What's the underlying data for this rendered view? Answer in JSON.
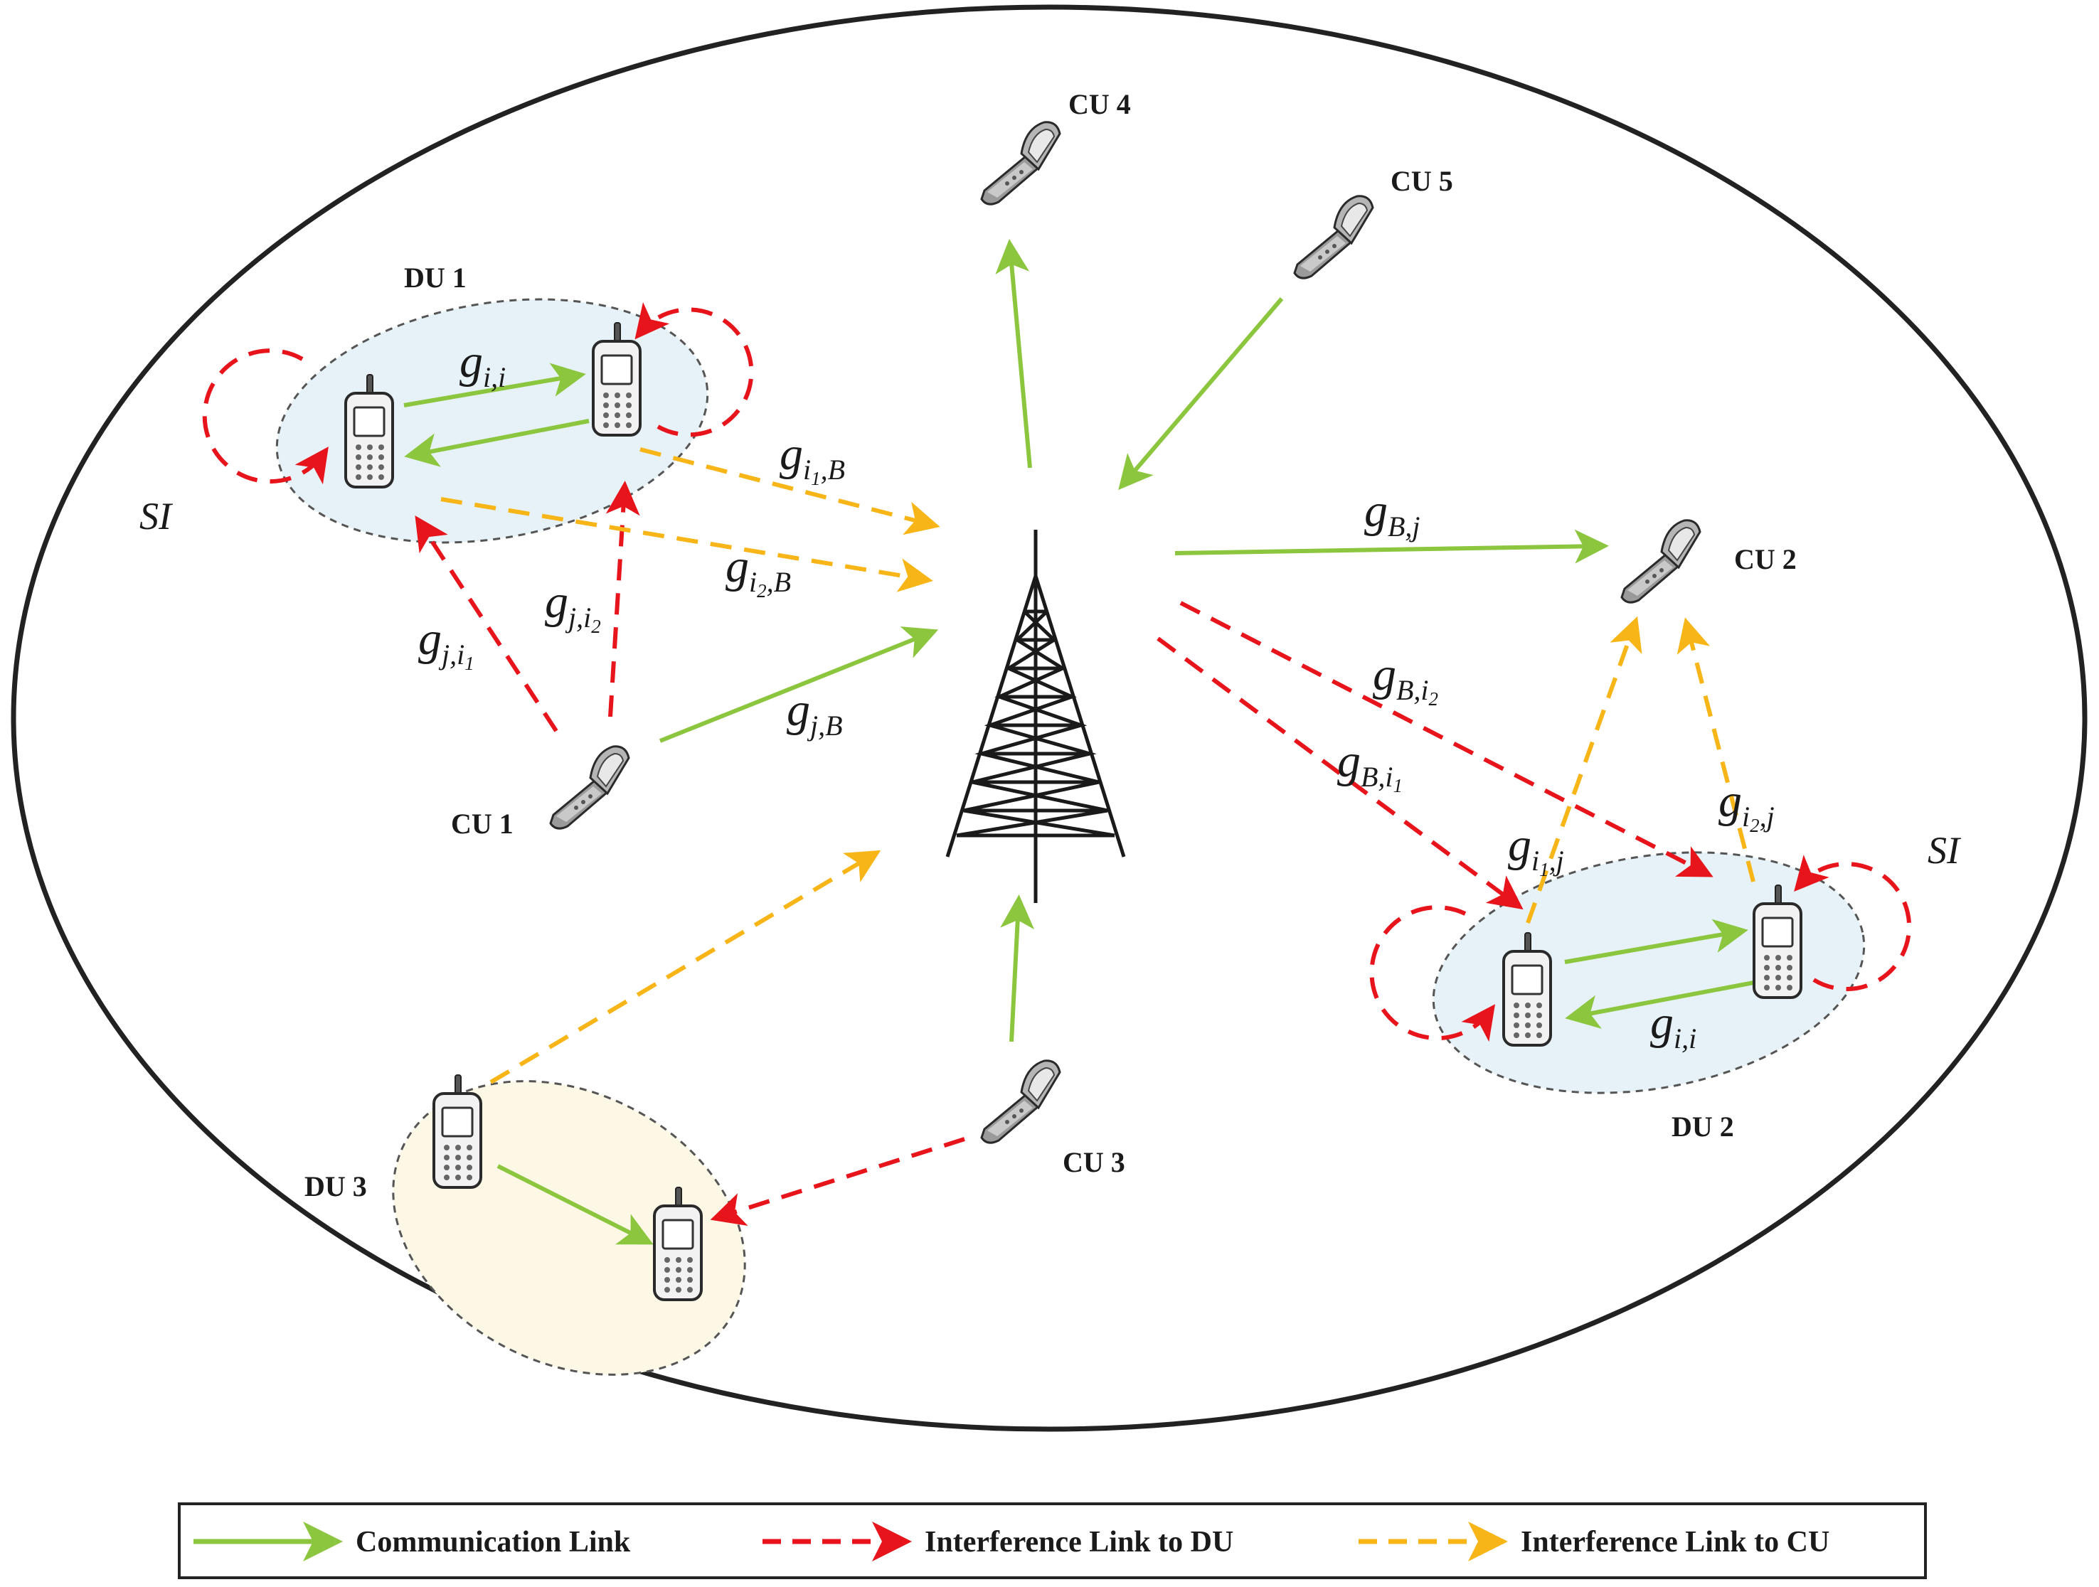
{
  "colors": {
    "communication": "#8cc63f",
    "interference_du": "#e8141b",
    "interference_cu": "#f7b518",
    "du_cluster_blue": "#e6f2f7",
    "du_cluster_yellow": "#fdf8e6"
  },
  "labels": {
    "cu1": "CU 1",
    "cu2": "CU 2",
    "cu3": "CU 3",
    "cu4": "CU 4",
    "cu5": "CU 5",
    "du1": "DU 1",
    "du2": "DU 2",
    "du3": "DU 3",
    "si_left": "SI",
    "si_right": "SI"
  },
  "gains": {
    "du1_ii": {
      "base": "g",
      "sub": "i,i"
    },
    "du1_i1B": {
      "base": "g",
      "sub1": "i",
      "subsub": "1",
      "sub2": ",B"
    },
    "du1_i2B": {
      "base": "g",
      "sub1": "i",
      "subsub": "2",
      "sub2": ",B"
    },
    "ji2": {
      "base": "g",
      "sub1": "j,i",
      "subsub": "2"
    },
    "ji1": {
      "base": "g",
      "sub1": "j,i",
      "subsub": "1"
    },
    "jB": {
      "base": "g",
      "sub": "j,B"
    },
    "Bj": {
      "base": "g",
      "sub": "B,j"
    },
    "Bi2": {
      "base": "g",
      "sub1": "B,i",
      "subsub": "2"
    },
    "Bi1": {
      "base": "g",
      "sub1": "B,i",
      "subsub": "1"
    },
    "i2j": {
      "base": "g",
      "sub1": "i",
      "subsub": "2",
      "sub2": ",j"
    },
    "i1j": {
      "base": "g",
      "sub1": "i",
      "subsub": "1",
      "sub2": ",j"
    },
    "du2_ii": {
      "base": "g",
      "sub": "i,i"
    }
  },
  "legend": {
    "communication": "Communication Link",
    "interference_du": "Interference Link to DU",
    "interference_cu": "Interference Link to CU"
  }
}
